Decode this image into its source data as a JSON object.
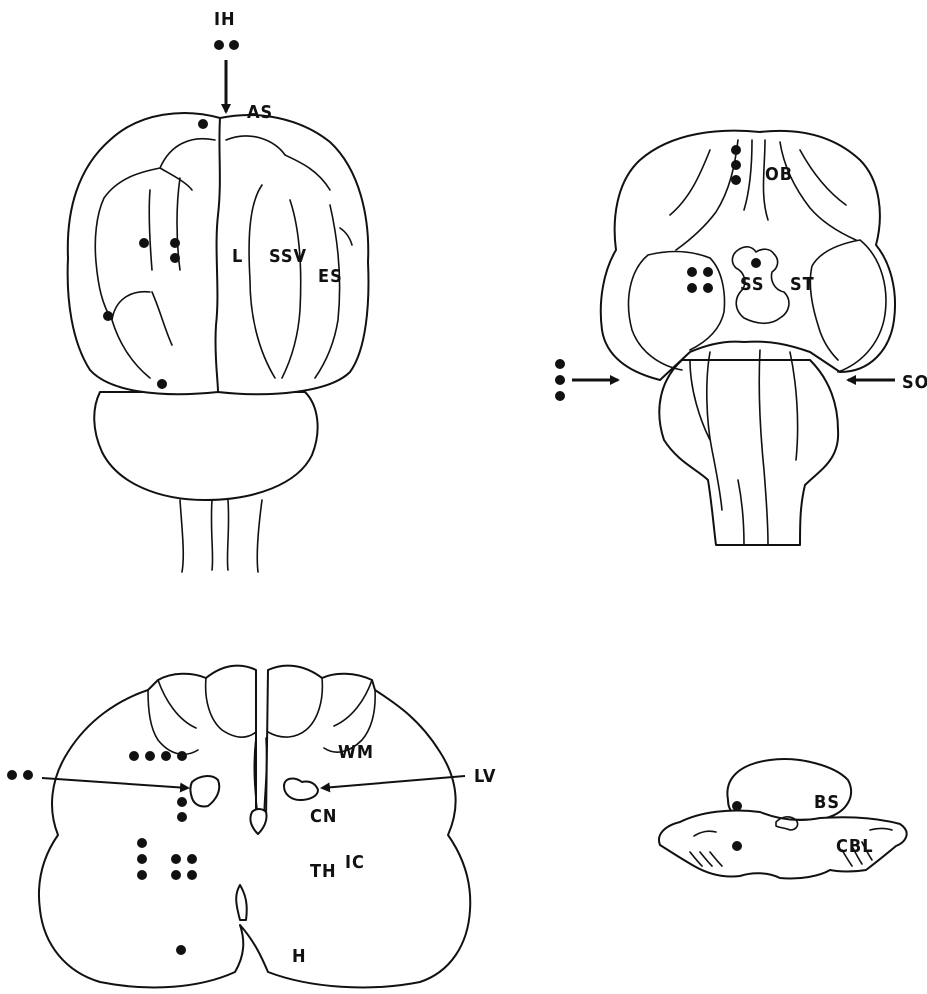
{
  "colors": {
    "ink": "#111111",
    "paper": "#ffffff"
  },
  "labels": {
    "ih": "IH",
    "as": "AS",
    "l": "L",
    "ssv": "SSV",
    "es": "ES",
    "ob": "OB",
    "ss": "SS",
    "st": "ST",
    "so": "SO",
    "wm": "WM",
    "lv": "LV",
    "cn": "CN",
    "th": "TH",
    "ic": "IC",
    "h": "H",
    "bs": "BS",
    "cbl": "CBL"
  }
}
